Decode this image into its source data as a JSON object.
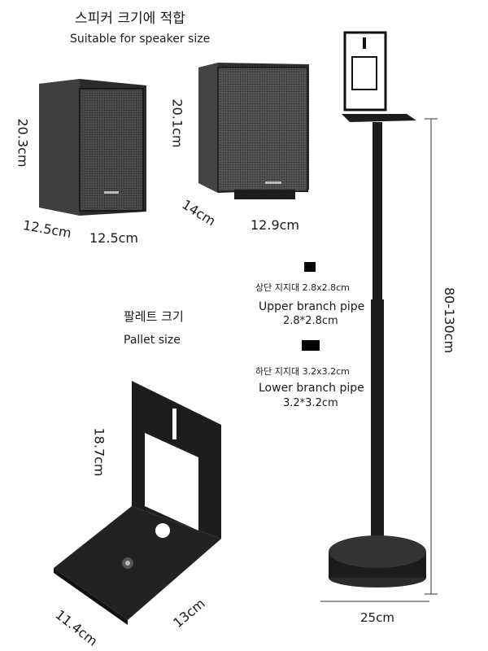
{
  "speaker_section": {
    "title_ko": "스피커 크기에 적합",
    "title_en": "Suitable for speaker size",
    "speaker1": {
      "height": "20.3cm",
      "depth": "12.5cm",
      "width": "12.5cm"
    },
    "speaker2": {
      "height": "20.1cm",
      "depth": "14cm",
      "width": "12.9cm"
    }
  },
  "pipes": {
    "upper_ko": "상단 지지대 2.8x2.8cm",
    "upper_en": "Upper branch pipe",
    "upper_size": "2.8*2.8cm",
    "lower_ko": "하단 지지대 3.2x3.2cm",
    "lower_en": "Lower branch pipe",
    "lower_size": "3.2*3.2cm"
  },
  "stand": {
    "height": "80-130cm",
    "base": "25cm"
  },
  "pallet_section": {
    "title_ko": "팔레트 크기",
    "title_en": "Pallet size",
    "height": "18.7cm",
    "depth": "11.4cm",
    "width": "13cm"
  },
  "colors": {
    "metal": "#1c1c1c",
    "speaker_body": "#3a3a3a",
    "grille": "#555555"
  }
}
